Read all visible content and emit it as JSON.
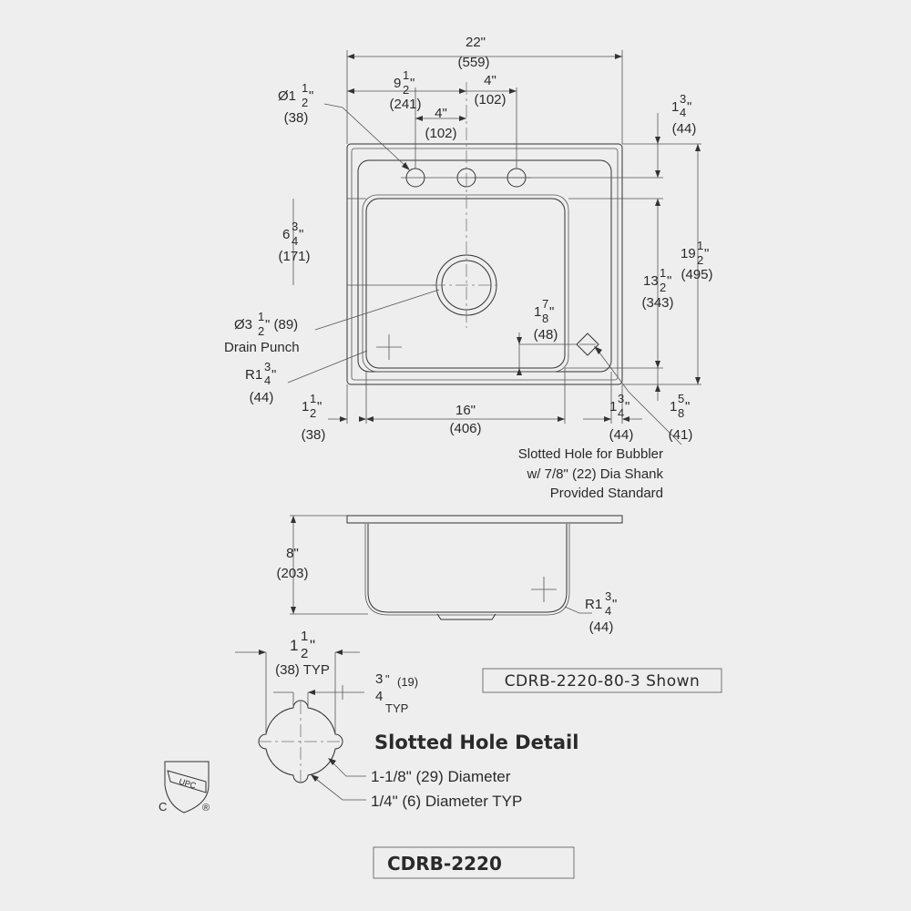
{
  "plan": {
    "width": {
      "in": "22\"",
      "mm": "(559)"
    },
    "hole_offset": {
      "whole": "9",
      "num": "1",
      "den": "2",
      "unit": "\"",
      "mm": "(241)"
    },
    "hole_spacing_right": {
      "in": "4\"",
      "mm": "(102)"
    },
    "hole_spacing_left": {
      "in": "4\"",
      "mm": "(102)"
    },
    "faucet_hole_dia": {
      "prefix": "Ø1",
      "num": "1",
      "den": "2",
      "unit": "\"",
      "mm": "(38)"
    },
    "top_to_hole": {
      "whole": "1",
      "num": "3",
      "den": "4",
      "unit": "\"",
      "mm": "(44)"
    },
    "overall_depth": {
      "whole": "19",
      "num": "1",
      "den": "2",
      "unit": "\"",
      "mm": "(495)"
    },
    "bowl_depth": {
      "whole": "13",
      "num": "1",
      "den": "2",
      "unit": "\"",
      "mm": "(343)"
    },
    "drain_location": {
      "whole": "6",
      "num": "3",
      "den": "4",
      "unit": "\"",
      "mm": "(171)"
    },
    "drain_dia": {
      "prefix": "Ø3",
      "num": "1",
      "den": "2",
      "unit": "\" (89)",
      "label": "Drain Punch"
    },
    "corner_radius": {
      "prefix": "R1",
      "num": "3",
      "den": "4",
      "unit": "\"",
      "mm": "(44)"
    },
    "bubbler_offset": {
      "whole": "1",
      "num": "7",
      "den": "8",
      "unit": "\"",
      "mm": "(48)"
    },
    "left_ledge": {
      "whole": "1",
      "num": "1",
      "den": "2",
      "unit": "\"",
      "mm": "(38)"
    },
    "bowl_width": {
      "in": "16\"",
      "mm": "(406)"
    },
    "right_ledge": {
      "whole": "1",
      "num": "3",
      "den": "4",
      "unit": "\"",
      "mm": "(44)"
    },
    "front_ledge": {
      "whole": "1",
      "num": "5",
      "den": "8",
      "unit": "\"",
      "mm": "(41)"
    },
    "bubbler_note": [
      "Slotted Hole for Bubbler",
      "w/ 7/8\" (22) Dia Shank",
      "Provided Standard"
    ]
  },
  "section": {
    "depth": {
      "in": "8\"",
      "mm": "(203)"
    },
    "radius": {
      "prefix": "R1",
      "num": "3",
      "den": "4",
      "unit": "\"",
      "mm": "(44)"
    }
  },
  "detail": {
    "width": {
      "whole": "1",
      "num": "1",
      "den": "2",
      "unit": "\"",
      "mm": "(38) TYP"
    },
    "slot": {
      "num": "3",
      "den": "4",
      "unit": "\"",
      "mm": "(19)",
      "typ": "TYP"
    },
    "title": "Slotted Hole Detail",
    "notes": [
      "1-1/8\" (29) Diameter",
      "1/4\" (6) Diameter TYP"
    ]
  },
  "shown_label": "CDRB-2220-80-3 Shown",
  "model": "CDRB-2220",
  "cert": {
    "mark": "UPC",
    "c": "C",
    "reg": "®"
  }
}
